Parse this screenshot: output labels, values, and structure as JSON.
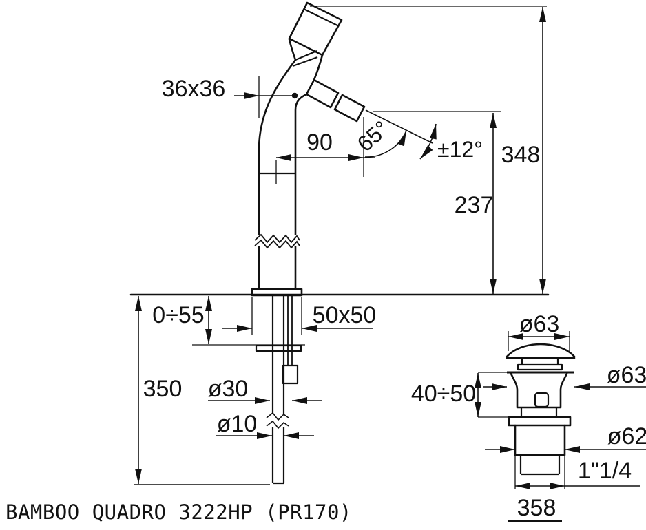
{
  "title": "BAMBOO QUADRO 3222HP (PR170)",
  "colors": {
    "line": "#111111",
    "background": "#ffffff"
  },
  "faucet": {
    "description": "bidet mixer side elevation",
    "dims": {
      "body_section": "36x36",
      "spout_reach": "90",
      "spout_angle": "65°",
      "swivel_range": "±12°",
      "height_total": "348",
      "height_spout": "237",
      "deck_range": "0÷55",
      "base_plate": "50x50",
      "under_length": "350",
      "shank_diameter": "ø30",
      "pipe_diameter": "ø10"
    }
  },
  "drain": {
    "description": "pop-up waste front elevation",
    "dims": {
      "cap_diameter": "ø63",
      "body_diameter": "ø63",
      "height_range": "40÷50",
      "nut_diameter": "ø62",
      "thread_size": "1\"1/4",
      "part_code": "358"
    }
  }
}
